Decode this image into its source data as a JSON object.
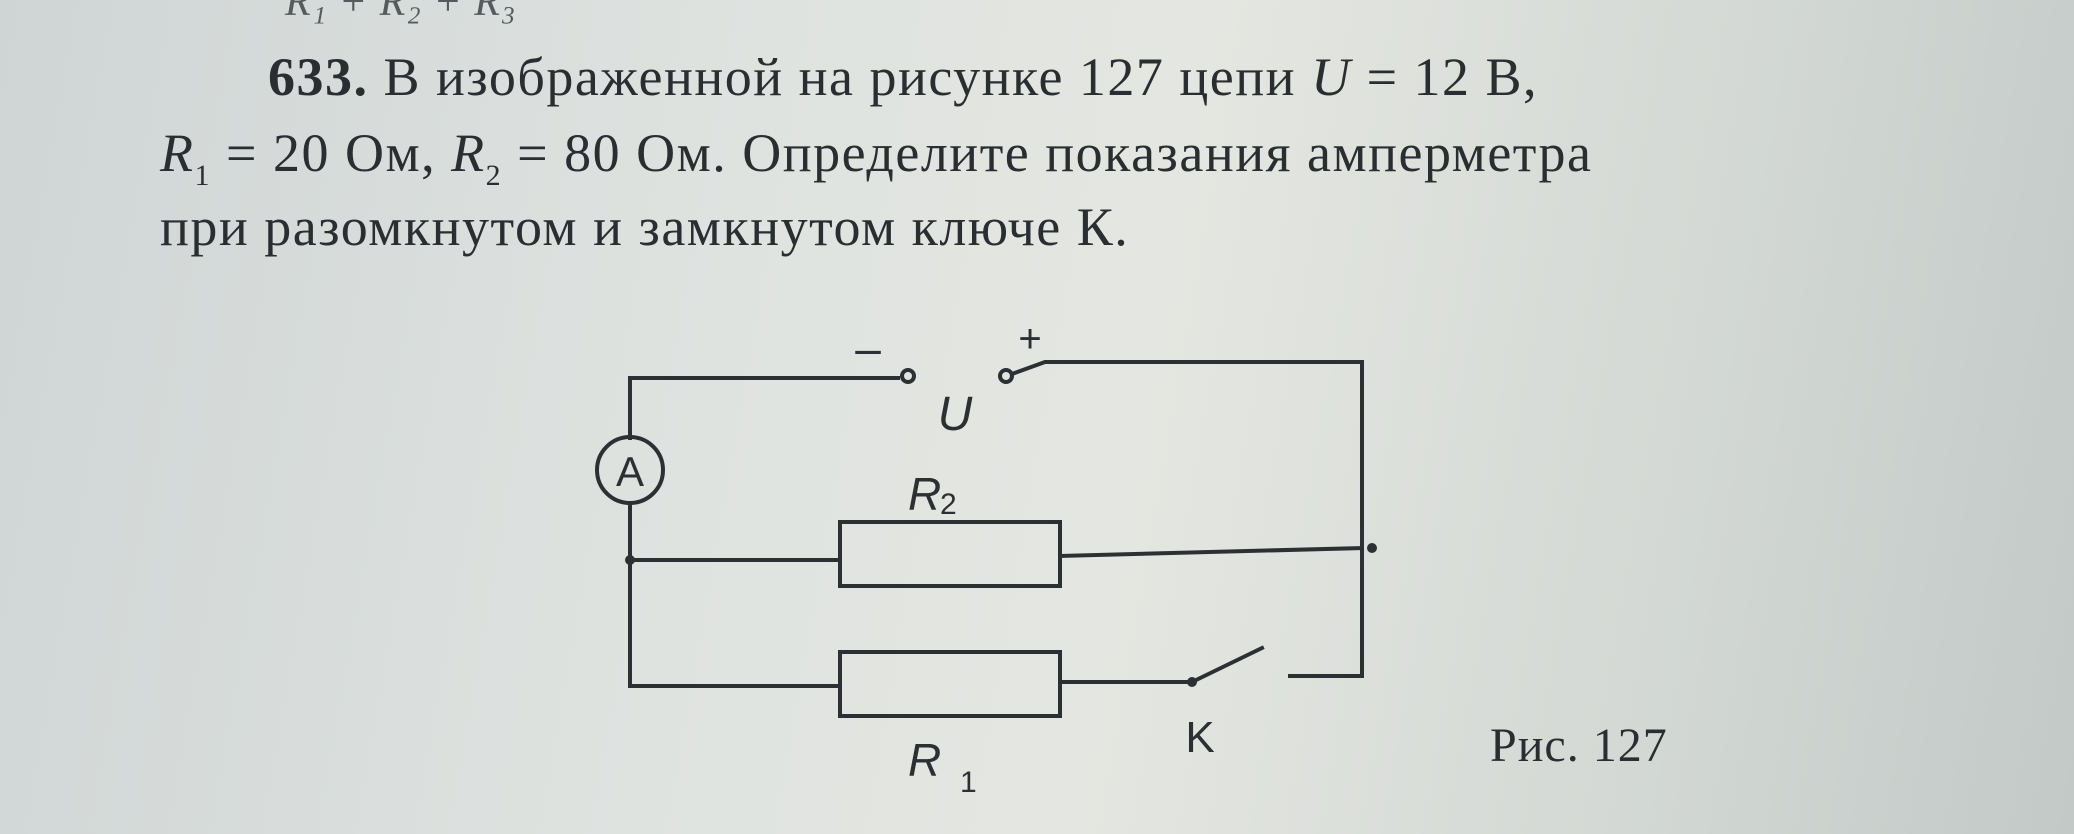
{
  "previous_text": "R₁ + R₂ + R₃",
  "problem": {
    "number": "633.",
    "line1_text": " В изображенной на рисунке 127 цепи ",
    "line1_var": "U",
    "line1_rest": " = 12 В,",
    "line2_r1": "R",
    "line2_r1_sub": "1",
    "line2_mid": " = 20 Ом, ",
    "line2_r2": "R",
    "line2_r2_sub": "2",
    "line2_rest": " = 80 Ом. Определите показания амперметра",
    "line3": "при разомкнутом и замкнутом ключе К."
  },
  "circuit": {
    "minus": "–",
    "plus": "+",
    "voltage_label": "U",
    "ammeter": "A",
    "r2_label": "R",
    "r2_sub": "2",
    "r1_label": "R",
    "r1_sub": "1",
    "switch_label": "K"
  },
  "figure_caption": "Рис. 127"
}
